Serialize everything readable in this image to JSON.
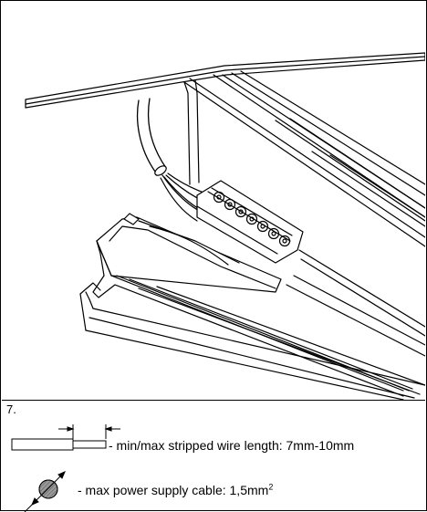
{
  "step": {
    "number": "7."
  },
  "specs": {
    "wire_length": {
      "text": "- min/max stripped wire length: 7mm-10mm"
    },
    "cable": {
      "text": "- max power supply cable: 1,5mm",
      "superscript": "2"
    }
  },
  "colors": {
    "line": "#000000",
    "background": "#ffffff",
    "cable_fill": "#9a9a9a"
  },
  "icons": {
    "wire": "stripped-wire-icon",
    "cable": "cable-cross-section-icon"
  }
}
